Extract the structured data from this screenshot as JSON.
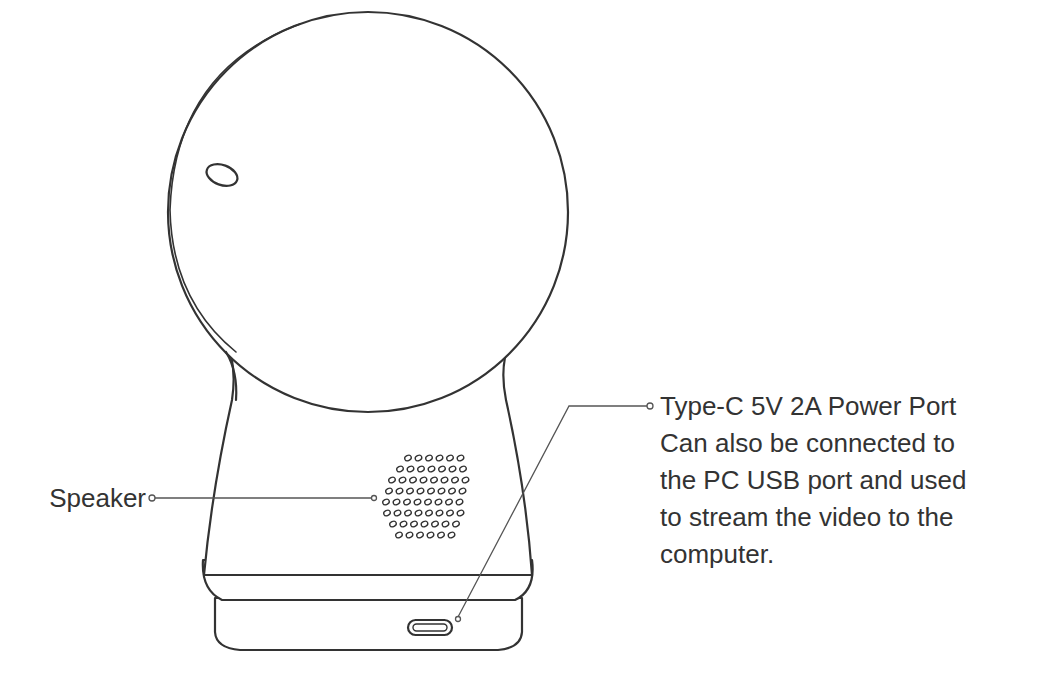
{
  "diagram": {
    "labels": [
      "Speaker",
      "Type-C 5V 2A Power Port",
      "Can also be connected to the PC USB port and used to stream the video to the computer."
    ]
  }
}
